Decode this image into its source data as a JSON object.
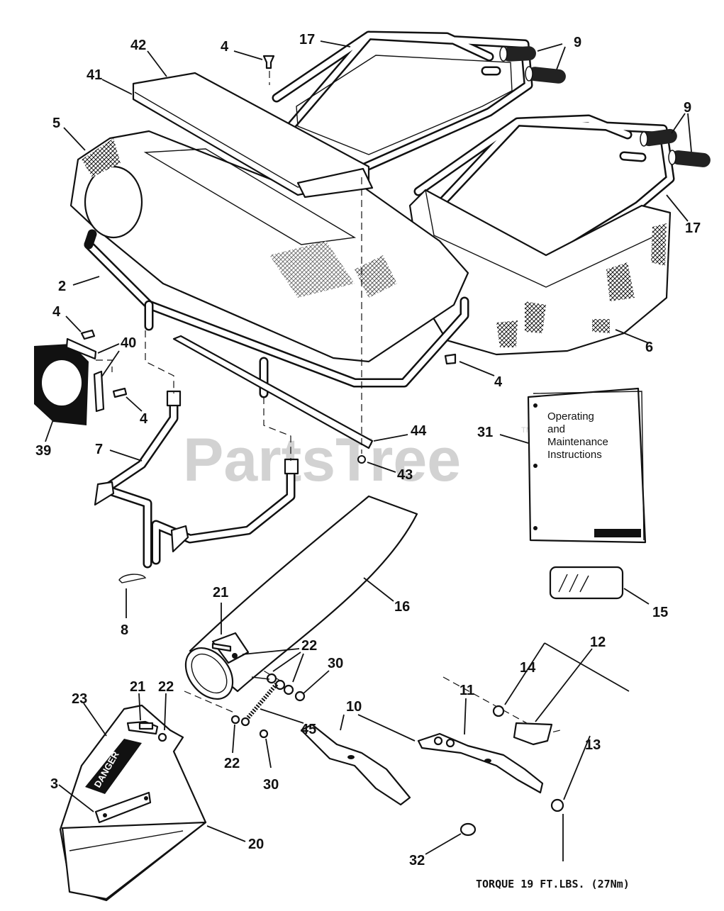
{
  "watermark": {
    "brand": "PartsTree",
    "tm": "TM"
  },
  "manual": {
    "lines": [
      "Operating",
      "and",
      "Maintenance",
      "Instructions"
    ]
  },
  "chute_decal": {
    "text": "DANGER"
  },
  "torque_note": "TORQUE 19 FT.LBS. (27Nm)",
  "callouts": {
    "c42": "42",
    "c41": "41",
    "c4a": "4",
    "c17a": "17",
    "c9a": "9",
    "c9b": "9",
    "c5": "5",
    "c17b": "17",
    "c2": "2",
    "c4b": "4",
    "c40": "40",
    "c6": "6",
    "c4c": "4",
    "c4d": "4",
    "c39": "39",
    "c7": "7",
    "c44": "44",
    "c43": "43",
    "c31": "31",
    "c15": "15",
    "c8": "8",
    "c16": "16",
    "c21a": "21",
    "c22a": "22",
    "c30a": "30",
    "c12": "12",
    "c14": "14",
    "c11": "11",
    "c10": "10",
    "c13": "13",
    "c23": "23",
    "c21b": "21",
    "c22b": "22",
    "c45": "45",
    "c22c": "22",
    "c30b": "30",
    "c3": "3",
    "c20": "20",
    "c32": "32"
  }
}
